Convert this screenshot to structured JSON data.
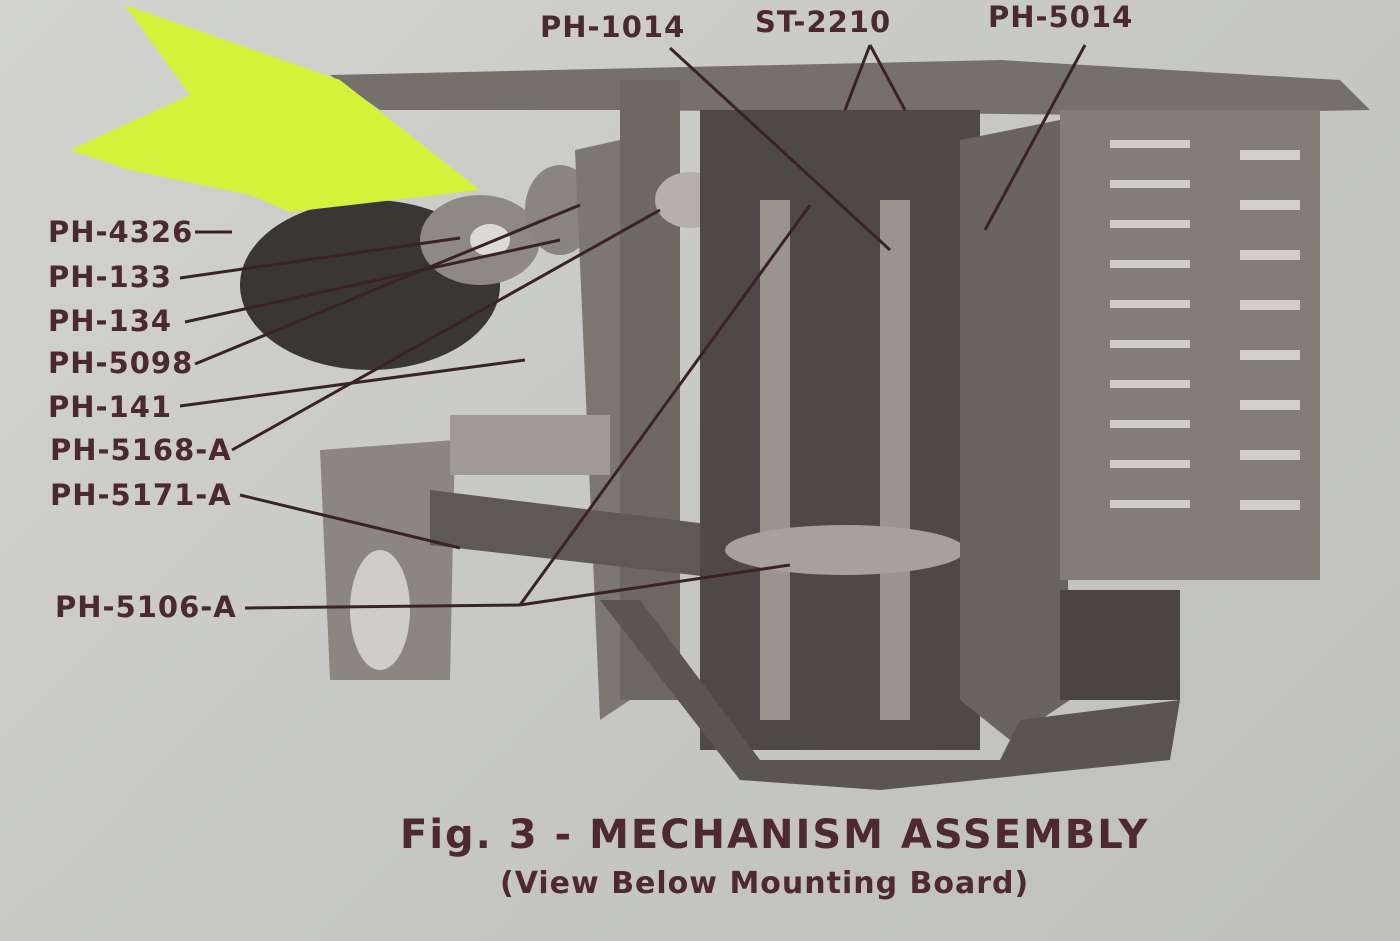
{
  "figure": {
    "caption_title": "Fig. 3 - MECHANISM ASSEMBLY",
    "caption_subtitle": "(View Below Mounting Board)",
    "labels": {
      "ph4326": "PH-4326",
      "ph133": "PH-133",
      "ph134": "PH-134",
      "ph5098": "PH-5098",
      "ph141": "PH-141",
      "ph5168a": "PH-5168-A",
      "ph5171a": "PH-5171-A",
      "ph5106a": "PH-5106-A",
      "ph1014": "PH-1014",
      "st2210": "ST-2210",
      "ph5014": "PH-5014"
    },
    "colors": {
      "ink": "#4a2a2c",
      "tape": "#d4f23a",
      "paper": "#c9cac5"
    }
  }
}
